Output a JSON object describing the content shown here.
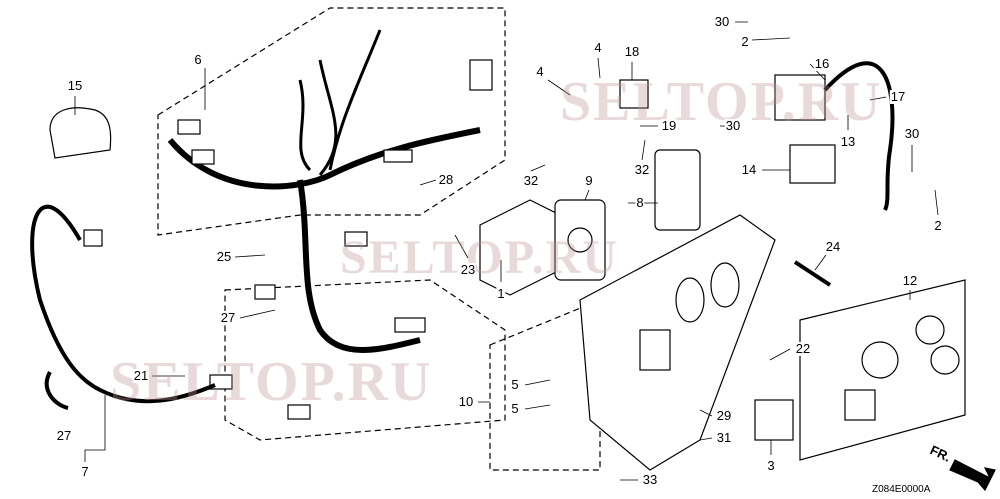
{
  "diagram": {
    "watermarks": [
      "SELTOP.RU",
      "SELTOP.RU",
      "SELTOP.RU"
    ],
    "direction_marker": "FR.",
    "drawing_code": "Z084E0000A",
    "callouts": [
      "30",
      "2",
      "4",
      "18",
      "16",
      "17",
      "4",
      "6",
      "15",
      "19",
      "30",
      "30",
      "13",
      "32",
      "9",
      "32",
      "8",
      "14",
      "28",
      "2",
      "24",
      "25",
      "23",
      "1",
      "12",
      "27",
      "22",
      "21",
      "5",
      "10",
      "5",
      "29",
      "27",
      "31",
      "3",
      "7",
      "33"
    ]
  }
}
